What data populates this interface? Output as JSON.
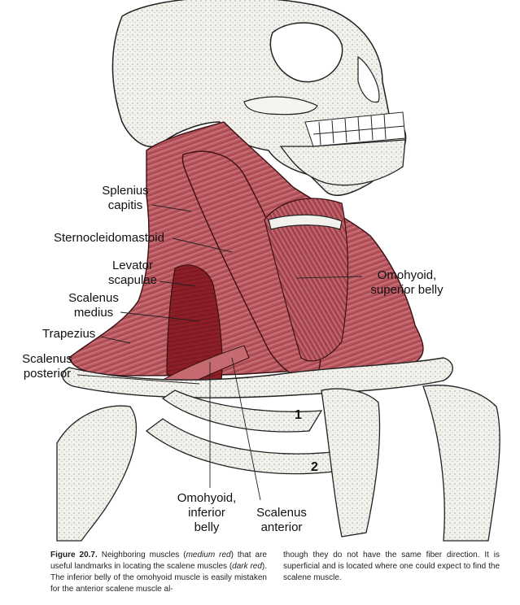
{
  "labels": {
    "splenius": [
      "Splenius",
      "capitis"
    ],
    "scm": "Sternocleidomastoid",
    "levator": [
      "Levator",
      "scapulae"
    ],
    "scalenus_medius": [
      "Scalenus",
      "medius"
    ],
    "trapezius": "Trapezius",
    "scalenus_posterior": [
      "Scalenus",
      "posterior"
    ],
    "omohyoid_inferior": [
      "Omohyoid,",
      "inferior",
      "belly"
    ],
    "scalenus_anterior": [
      "Scalenus",
      "anterior"
    ],
    "omohyoid_superior": [
      "Omohyoid,",
      "superior belly"
    ],
    "rib_1": "1",
    "rib_2": "2"
  },
  "caption": {
    "figure_id": "Figure 20.7.",
    "col1_a": " Neighboring muscles (",
    "col1_medium": "medium red",
    "col1_b": ") that are useful landmarks in locating the scalene muscles (",
    "col1_dark": "dark red",
    "col1_c": "). The inferior belly of the omohyoid muscle is easily mistaken for the anterior scalene muscle al-",
    "col2": "though they do not have the same fiber direction. It is superficial and is located where one could expect to find the scalene muscle."
  },
  "colors": {
    "muscle_medium": "#b5525a",
    "muscle_light": "#cf8a8c",
    "muscle_dark": "#8a1f26",
    "bone_fill": "#f1efea",
    "line": "#222222"
  }
}
